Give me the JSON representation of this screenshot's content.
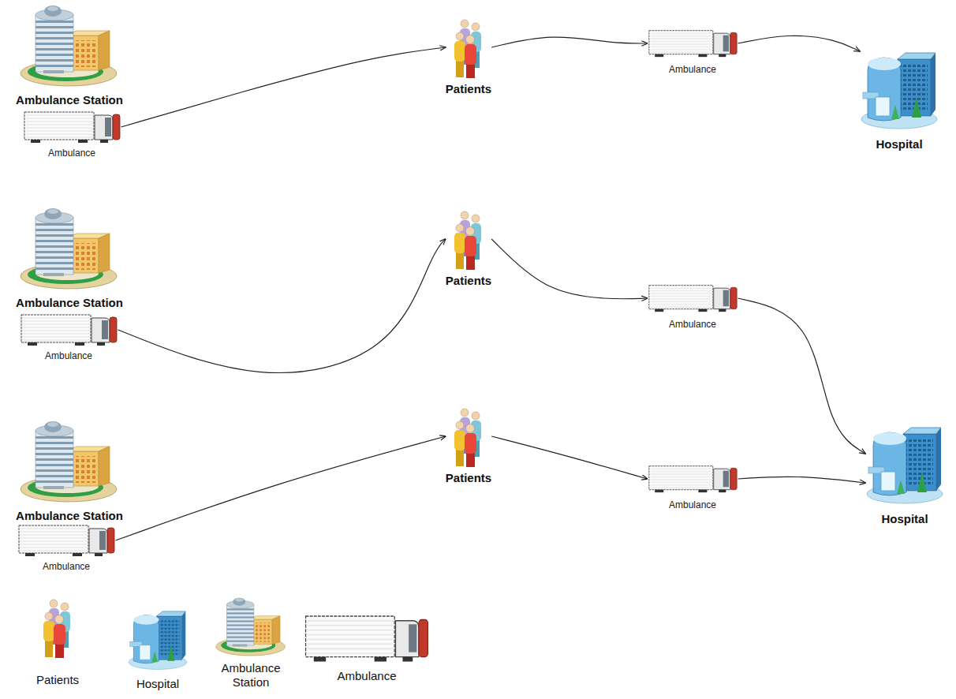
{
  "diagram": {
    "nodes": [
      {
        "text": [
          "Ambulance Station"
        ]
      },
      {
        "text": [
          "Ambulance"
        ]
      },
      {
        "text": [
          "Patients"
        ]
      },
      {
        "text": [
          "Ambulance"
        ]
      },
      {
        "text": [
          "Hospital"
        ]
      },
      {
        "text": [
          "Ambulance Station"
        ]
      },
      {
        "text": [
          "Ambulance"
        ]
      },
      {
        "text": [
          "Patients"
        ]
      },
      {
        "text": [
          "Ambulance"
        ]
      },
      {
        "text": [
          "Hospital"
        ]
      },
      {
        "text": [
          "Ambulance Station"
        ]
      },
      {
        "text": [
          "Ambulance"
        ]
      },
      {
        "text": [
          "Patients"
        ]
      },
      {
        "text": [
          "Ambulance"
        ]
      }
    ],
    "edges": [
      {
        "from": 1,
        "to": 2,
        "arrow": "to"
      },
      {
        "from": 2,
        "to": 3,
        "arrow": "to"
      },
      {
        "from": 3,
        "to": 4,
        "arrow": "to"
      },
      {
        "from": 6,
        "to": 7,
        "arrow": "to"
      },
      {
        "from": 7,
        "to": 8,
        "arrow": "to"
      },
      {
        "from": 8,
        "to": 9,
        "arrow": "to"
      },
      {
        "from": 11,
        "to": 12,
        "arrow": "to"
      },
      {
        "from": 12,
        "to": 13,
        "arrow": "to"
      },
      {
        "from": 13,
        "to": 9,
        "arrow": "to"
      }
    ],
    "legend": [
      {
        "text": "Patients"
      },
      {
        "text": "Hospital"
      },
      {
        "text": "Ambulance Station"
      },
      {
        "text": "Ambulance"
      }
    ]
  }
}
